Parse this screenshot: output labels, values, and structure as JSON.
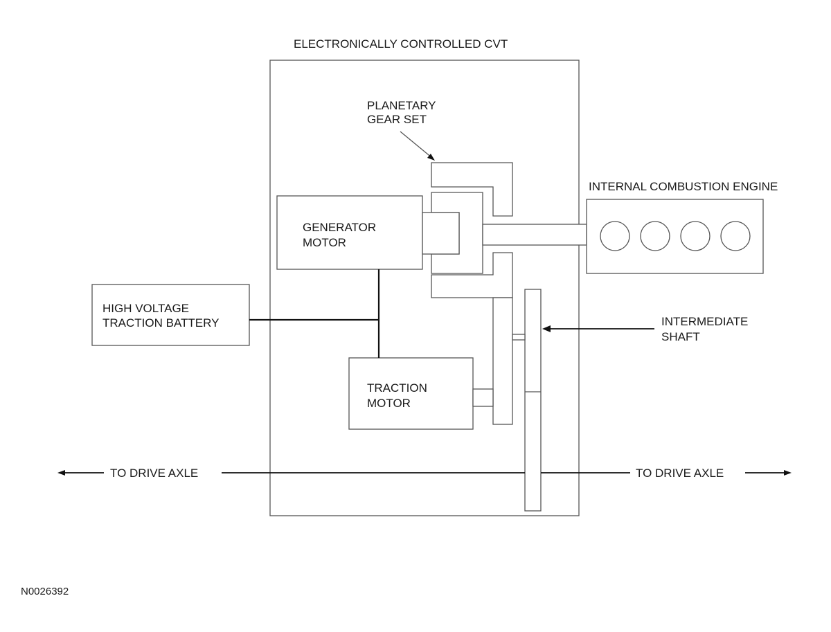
{
  "labels": {
    "cvt": "ELECTRONICALLY CONTROLLED CVT",
    "planetary_line1": "PLANETARY",
    "planetary_line2": "GEAR SET",
    "engine": "INTERNAL COMBUSTION ENGINE",
    "generator_line1": "GENERATOR",
    "generator_line2": "MOTOR",
    "battery_line1": "HIGH VOLTAGE",
    "battery_line2": "TRACTION BATTERY",
    "traction_line1": "TRACTION",
    "traction_line2": "MOTOR",
    "intermediate_line1": "INTERMEDIATE",
    "intermediate_line2": "SHAFT",
    "axle_left": "TO DRIVE AXLE",
    "axle_right": "TO DRIVE AXLE",
    "figure_id": "N0026392"
  },
  "engine": {
    "cylinders": 4
  }
}
